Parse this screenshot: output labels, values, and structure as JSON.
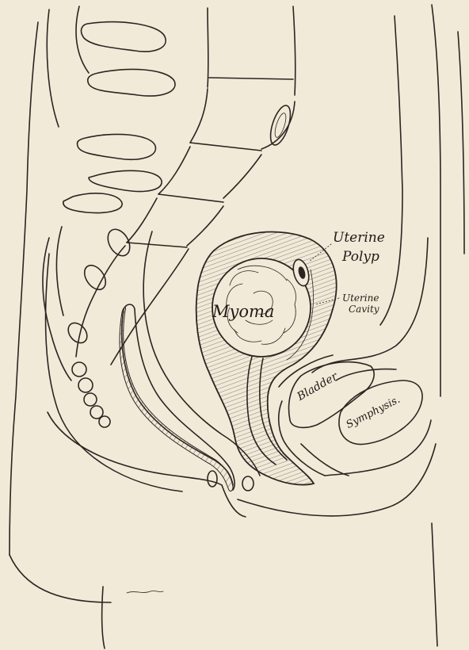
{
  "labels": {
    "uterine_polyp_line1": "Uterine",
    "uterine_polyp_line2": "Polyp",
    "uterine_cavity_line1": "Uterine",
    "uterine_cavity_line2": "Cavity",
    "myoma": "Myoma",
    "bladder": "Bladder",
    "symphysis": "Symphysis."
  },
  "colors": {
    "paper": "#f2ead8",
    "ink": "#2a2522"
  }
}
